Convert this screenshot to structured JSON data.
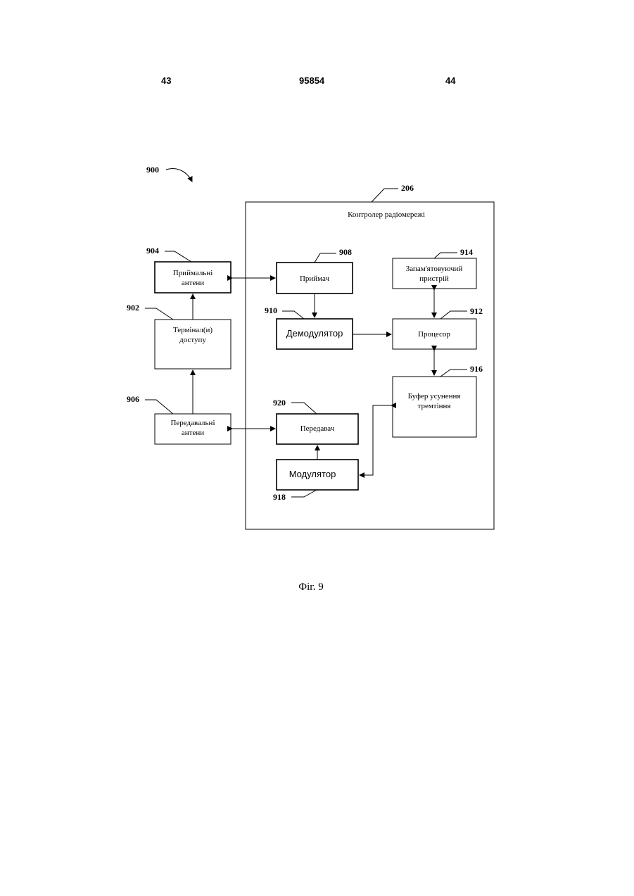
{
  "header": {
    "left_page": "43",
    "doc_number": "95854",
    "right_page": "44"
  },
  "diagram": {
    "figure_ref": "900",
    "controller": {
      "ref": "206",
      "title": "Контролер радіомережі"
    },
    "blocks": {
      "receive_antennas": {
        "ref": "904",
        "lines": [
          "Приймальні",
          "антени"
        ]
      },
      "access_terminals": {
        "ref": "902",
        "lines": [
          "Термінал(и)",
          "доступу"
        ]
      },
      "transmit_antennas": {
        "ref": "906",
        "lines": [
          "Передавальні",
          "антени"
        ]
      },
      "receiver": {
        "ref": "908",
        "lines": [
          "Приймач"
        ]
      },
      "demodulator": {
        "ref": "910",
        "lines": [
          "Демодулятор"
        ]
      },
      "memory": {
        "ref": "914",
        "lines": [
          "Запам'ятовуючий",
          "пристрій"
        ]
      },
      "processor": {
        "ref": "912",
        "lines": [
          "Процесор"
        ]
      },
      "buffer": {
        "ref": "916",
        "lines": [
          "Буфер усунення",
          "тремтіння"
        ]
      },
      "transmitter": {
        "ref": "920",
        "lines": [
          "Передавач"
        ]
      },
      "modulator": {
        "ref": "918",
        "lines": [
          "Модулятор"
        ]
      }
    }
  },
  "caption": "Фіг. 9"
}
